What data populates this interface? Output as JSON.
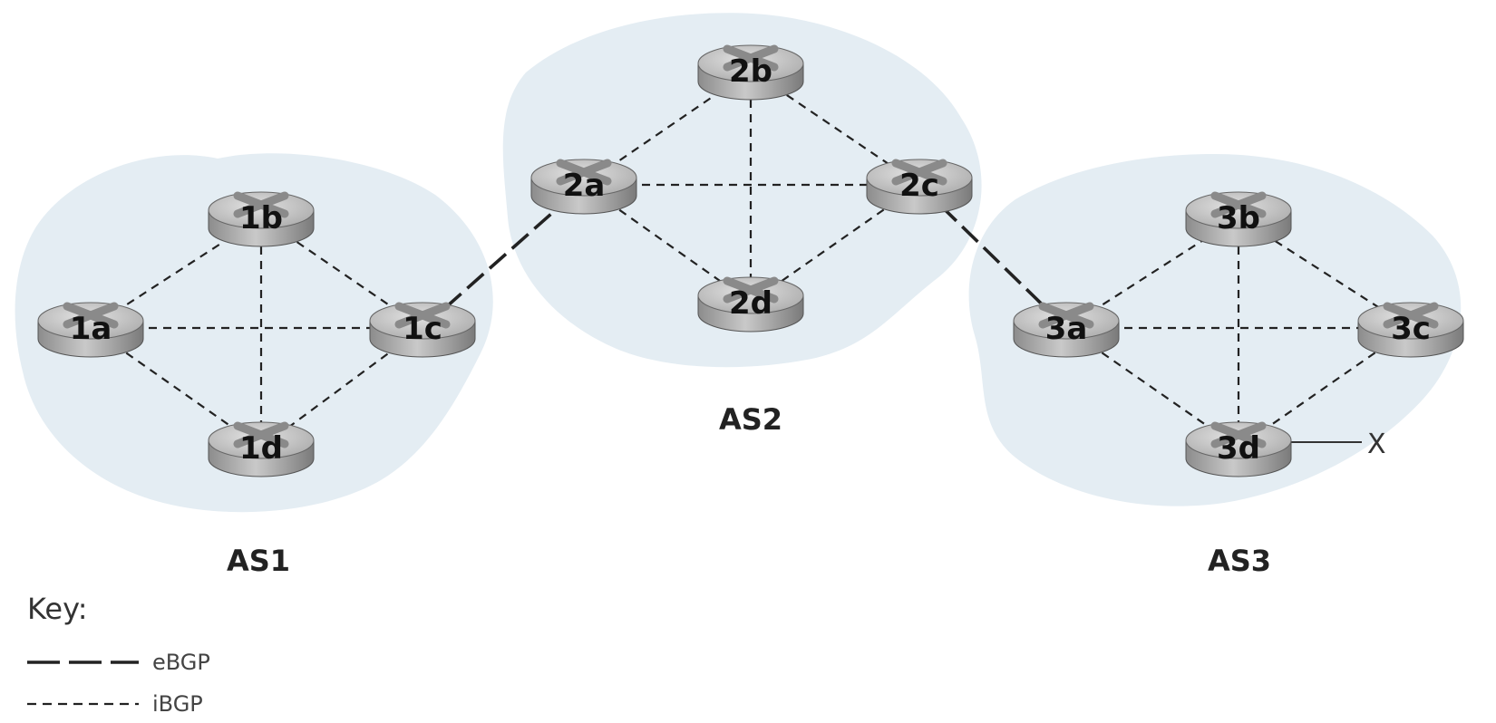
{
  "colors": {
    "cloud": "#e4edf3",
    "router_body": "#b5b5b5",
    "router_top": "#d8d8d8",
    "line": "#222222"
  },
  "autonomous_systems": [
    {
      "id": "as1",
      "label": "AS1"
    },
    {
      "id": "as2",
      "label": "AS2"
    },
    {
      "id": "as3",
      "label": "AS3"
    }
  ],
  "routers": [
    {
      "id": "1a",
      "label": "1a",
      "as": "as1"
    },
    {
      "id": "1b",
      "label": "1b",
      "as": "as1"
    },
    {
      "id": "1c",
      "label": "1c",
      "as": "as1"
    },
    {
      "id": "1d",
      "label": "1d",
      "as": "as1"
    },
    {
      "id": "2a",
      "label": "2a",
      "as": "as2"
    },
    {
      "id": "2b",
      "label": "2b",
      "as": "as2"
    },
    {
      "id": "2c",
      "label": "2c",
      "as": "as2"
    },
    {
      "id": "2d",
      "label": "2d",
      "as": "as2"
    },
    {
      "id": "3a",
      "label": "3a",
      "as": "as3"
    },
    {
      "id": "3b",
      "label": "3b",
      "as": "as3"
    },
    {
      "id": "3c",
      "label": "3c",
      "as": "as3"
    },
    {
      "id": "3d",
      "label": "3d",
      "as": "as3"
    }
  ],
  "links": [
    {
      "from": "1a",
      "to": "1b",
      "type": "iBGP"
    },
    {
      "from": "1a",
      "to": "1c",
      "type": "iBGP"
    },
    {
      "from": "1a",
      "to": "1d",
      "type": "iBGP"
    },
    {
      "from": "1b",
      "to": "1c",
      "type": "iBGP"
    },
    {
      "from": "1b",
      "to": "1d",
      "type": "iBGP"
    },
    {
      "from": "1c",
      "to": "1d",
      "type": "iBGP"
    },
    {
      "from": "2a",
      "to": "2b",
      "type": "iBGP"
    },
    {
      "from": "2a",
      "to": "2c",
      "type": "iBGP"
    },
    {
      "from": "2a",
      "to": "2d",
      "type": "iBGP"
    },
    {
      "from": "2b",
      "to": "2c",
      "type": "iBGP"
    },
    {
      "from": "2b",
      "to": "2d",
      "type": "iBGP"
    },
    {
      "from": "2c",
      "to": "2d",
      "type": "iBGP"
    },
    {
      "from": "3a",
      "to": "3b",
      "type": "iBGP"
    },
    {
      "from": "3a",
      "to": "3c",
      "type": "iBGP"
    },
    {
      "from": "3a",
      "to": "3d",
      "type": "iBGP"
    },
    {
      "from": "3b",
      "to": "3c",
      "type": "iBGP"
    },
    {
      "from": "3b",
      "to": "3d",
      "type": "iBGP"
    },
    {
      "from": "3c",
      "to": "3d",
      "type": "iBGP"
    },
    {
      "from": "1c",
      "to": "2a",
      "type": "eBGP"
    },
    {
      "from": "2c",
      "to": "3a",
      "type": "eBGP"
    }
  ],
  "destination": {
    "label": "X",
    "attached_to": "3d"
  },
  "key": {
    "title": "Key:",
    "items": [
      {
        "style": "eBGP",
        "label": "eBGP"
      },
      {
        "style": "iBGP",
        "label": "iBGP"
      }
    ]
  }
}
